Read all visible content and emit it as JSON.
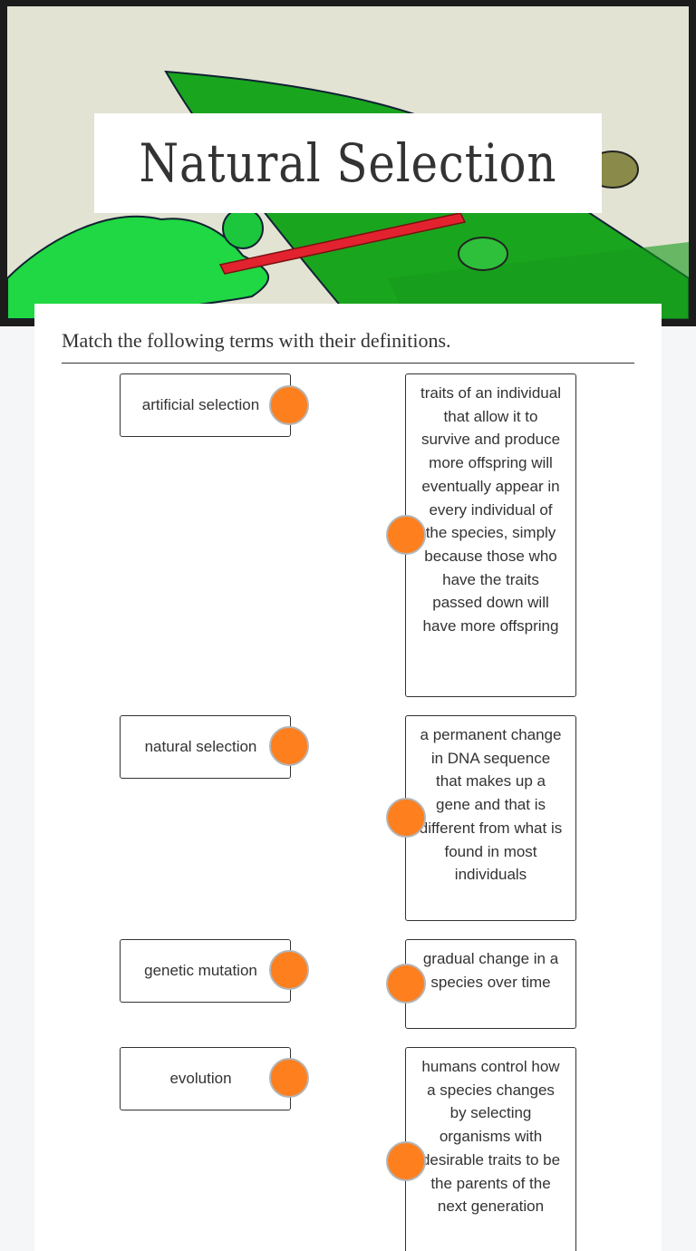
{
  "header": {
    "title": "Natural Selection",
    "banner_image": "chameleon-catching-beetle-illustration"
  },
  "worksheet": {
    "instructions": "Match the following terms with their definitions.",
    "terms": [
      {
        "label": "artificial selection"
      },
      {
        "label": "natural selection"
      },
      {
        "label": "genetic mutation"
      },
      {
        "label": "evolution"
      }
    ],
    "definitions": [
      {
        "text": "traits of an individual that allow it to survive and produce more offspring will eventually appear in every individual of the species, simply because those who have the traits passed down will have more offspring"
      },
      {
        "text": "a permanent change in DNA sequence that makes up a gene and that is different from what is found in most individuals"
      },
      {
        "text": "gradual change in a species over time"
      },
      {
        "text": "humans control how a species changes by selecting organisms with desirable traits to be the parents of the next generation"
      }
    ]
  },
  "colors": {
    "connector_dot": "#fd7f1e",
    "page_bg": "#f5f6f8",
    "text": "#333333"
  }
}
